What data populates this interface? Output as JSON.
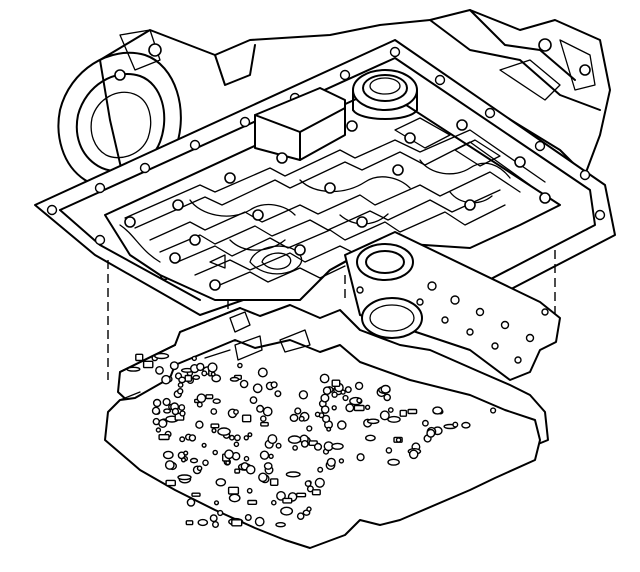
{
  "figure": {
    "kind": "exploded-line-drawing",
    "parts": [
      "transmission-case",
      "valve-body",
      "spacer-plate",
      "gasket-upper",
      "gasket-lower"
    ]
  },
  "colors": {
    "ink": "#000000",
    "paper": "#ffffff"
  }
}
